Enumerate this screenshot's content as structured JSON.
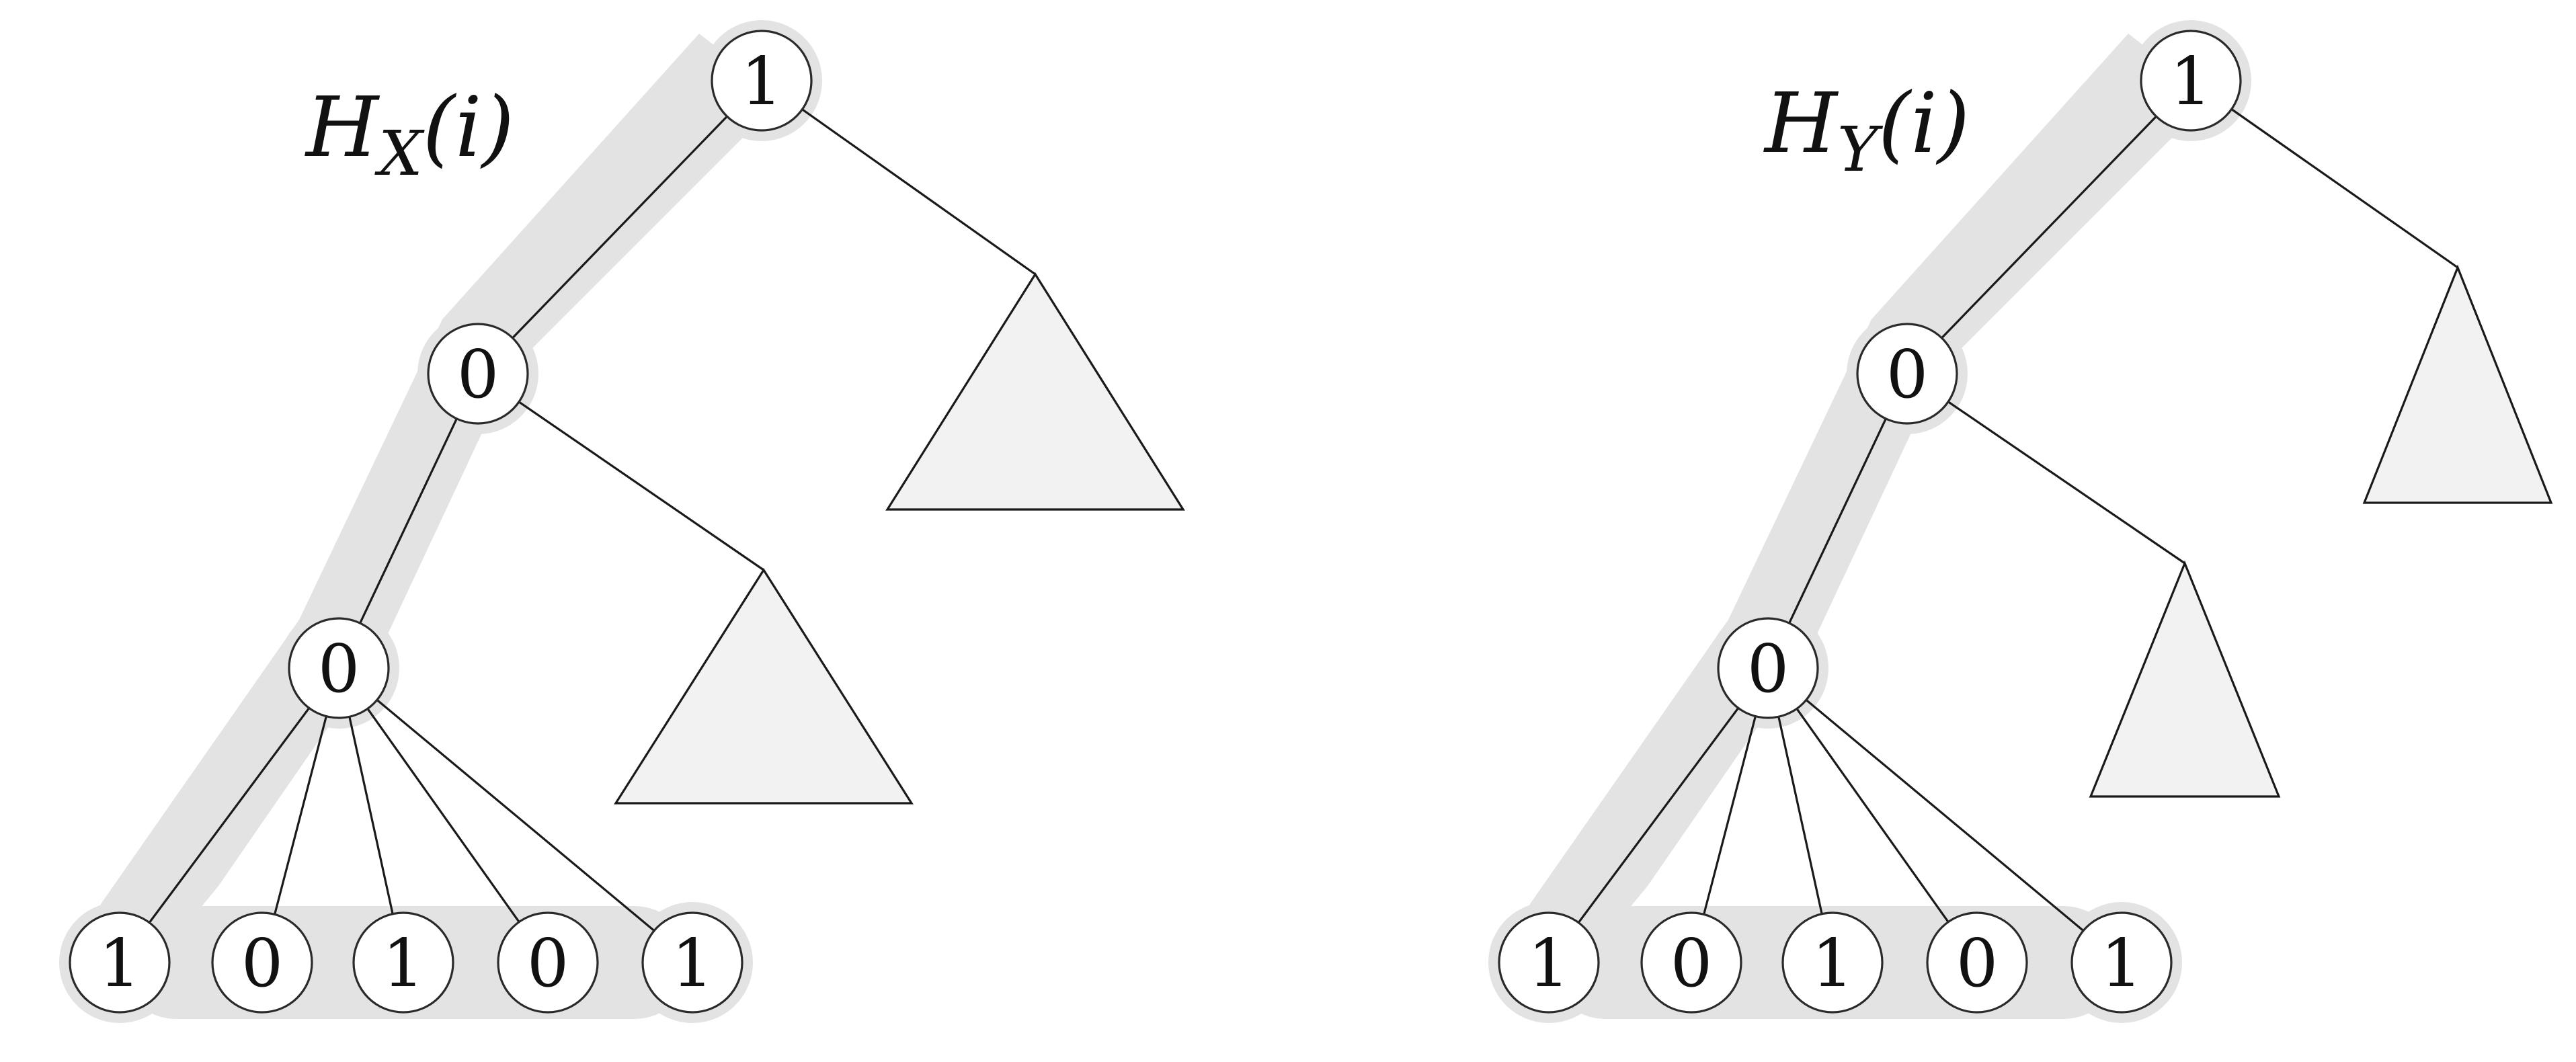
{
  "colors": {
    "background": "#ffffff",
    "highlight": "#e3e3e3",
    "subtree_fill": "#f2f2f2",
    "stroke": "#1a1a1a"
  },
  "trees": [
    {
      "id": "hx",
      "title": {
        "main": "H",
        "sub": "X",
        "arg": "(i)"
      },
      "root": "1",
      "level1": "0",
      "level2": "0",
      "leaves": [
        "1",
        "0",
        "1",
        "0",
        "1"
      ]
    },
    {
      "id": "hy",
      "title": {
        "main": "H",
        "sub": "Y",
        "arg": "(i)"
      },
      "root": "1",
      "level1": "0",
      "level2": "0",
      "leaves": [
        "1",
        "0",
        "1",
        "0",
        "1"
      ]
    }
  ]
}
